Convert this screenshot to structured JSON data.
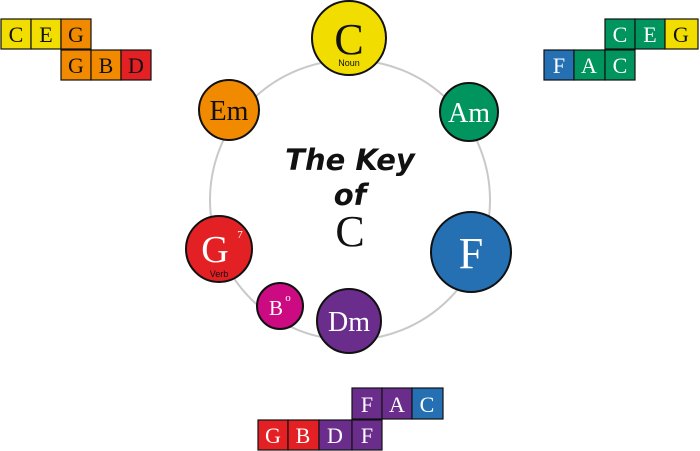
{
  "colors": {
    "yellow": "#f2dd00",
    "orange": "#f28a00",
    "green": "#00955f",
    "blue": "#2470b3",
    "red": "#e32124",
    "magenta": "#cc0a82",
    "purple": "#6b2d8c",
    "ring": "#c9c9c9",
    "outline": "#111111"
  },
  "title": {
    "line1": "The Key",
    "line2": "of",
    "key": "C"
  },
  "chords": {
    "c": {
      "label": "C",
      "role": "Noun"
    },
    "am": {
      "label": "Am"
    },
    "f": {
      "label": "F"
    },
    "dm": {
      "label": "Dm"
    },
    "b": {
      "label": "B",
      "superscript": "o"
    },
    "g": {
      "label": "G",
      "superscript": "7",
      "role": "Verb"
    },
    "em": {
      "label": "Em"
    }
  },
  "note_blocks": {
    "top_left": {
      "row1": [
        "C",
        "E",
        "G"
      ],
      "row2": [
        "G",
        "B",
        "D"
      ]
    },
    "top_right": {
      "row1": [
        "C",
        "E",
        "G"
      ],
      "row2": [
        "F",
        "A",
        "C"
      ]
    },
    "bottom_center": {
      "row1": [
        "F",
        "A",
        "C"
      ],
      "row2": [
        "G",
        "B",
        "D",
        "F"
      ]
    }
  }
}
